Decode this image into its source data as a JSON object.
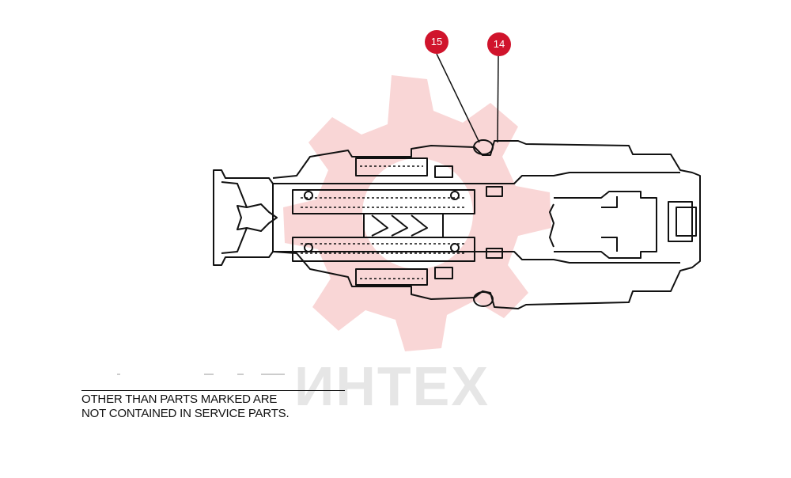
{
  "callouts": [
    {
      "id": "15",
      "label": "15",
      "color": "#d0142c"
    },
    {
      "id": "14",
      "label": "14",
      "color": "#d0142c"
    }
  ],
  "note": {
    "line1": "OTHER THAN PARTS MARKED ARE",
    "line2": "NOT CONTAINED IN SERVICE PARTS."
  },
  "watermark": {
    "text": "ИНТЕХ",
    "gear_color": "#f6c7c7"
  },
  "colors": {
    "ink": "#111111",
    "accent": "#d0142c"
  }
}
